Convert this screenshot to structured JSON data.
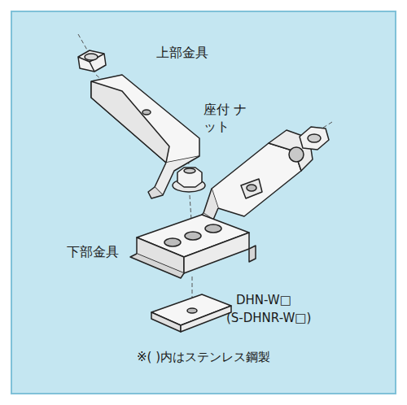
{
  "diagram": {
    "labels": [
      "上部金具",
      "座付 ナット",
      "下部金具",
      "DHN-W□",
      "(S-DHNR-W□)",
      "※( )内はステンレス鋼製"
    ]
  }
}
